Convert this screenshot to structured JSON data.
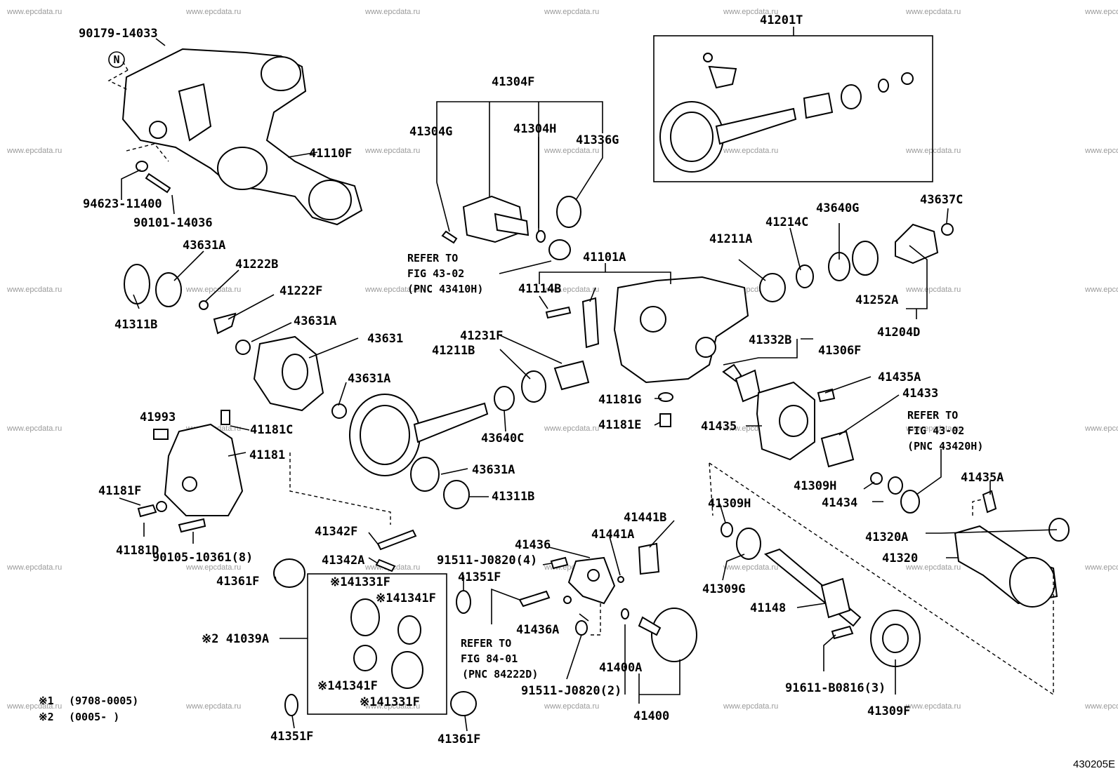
{
  "watermark": "www.epcdata.ru",
  "figure_number": "430205E",
  "footnotes": [
    {
      "mark": "※1",
      "text": "(9708-0005)"
    },
    {
      "mark": "※2",
      "text": "(0005-      )"
    }
  ],
  "circle_mark": "N",
  "parts": {
    "p90179_14033": "90179-14033",
    "p41110F": "41110F",
    "p94623_11400": "94623-11400",
    "p90101_14036": "90101-14036",
    "p41201T": "41201T",
    "p41304F": "41304F",
    "p41304G": "41304G",
    "p41304H": "41304H",
    "p41336G": "41336G",
    "p43637C": "43637C",
    "p43640G": "43640G",
    "p41214C": "41214C",
    "p41211A": "41211A",
    "p41252A": "41252A",
    "p41204D": "41204D",
    "p43631A_1": "43631A",
    "p41222B": "41222B",
    "p41222F": "41222F",
    "p41311B_1": "41311B",
    "p43631A_2": "43631A",
    "p43631": "43631",
    "p43631A_3": "43631A",
    "p41101A": "41101A",
    "p41114B": "41114B",
    "p41231F": "41231F",
    "p41211B": "41211B",
    "p41332B": "41332B",
    "p41306F": "41306F",
    "p41435A_1": "41435A",
    "p41433": "41433",
    "p41181G": "41181G",
    "p41181E": "41181E",
    "p41435": "41435",
    "p41993": "41993",
    "p41181C": "41181C",
    "p41181": "41181",
    "p43640C": "43640C",
    "p43631A_4": "43631A",
    "p41311B_2": "41311B",
    "p41181F": "41181F",
    "p41181D": "41181D",
    "p90105_10361": "90105-10361(8)",
    "p41342F": "41342F",
    "p41342A": "41342A",
    "p41361F_1": "41361F",
    "p41331F_1": "※141331F",
    "p41341F_1": "※141341F",
    "p41039A": "※2 41039A",
    "p41341F_2": "※141341F",
    "p41331F_2": "※141331F",
    "p41351F_1": "41351F",
    "p41361F_2": "41361F",
    "p41436": "41436",
    "p91511_J0820_4": "91511-J0820(4)",
    "p41351F_2": "41351F",
    "p41436A": "41436A",
    "p41441A": "41441A",
    "p41441B": "41441B",
    "p41400A": "41400A",
    "p91511_J0820_2": "91511-J0820(2)",
    "p41400": "41400",
    "p41309H_1": "41309H",
    "p41434": "41434",
    "p41309H_2": "41309H",
    "p41435A_2": "41435A",
    "p41320A": "41320A",
    "p41320": "41320",
    "p41309G": "41309G",
    "p41148": "41148",
    "p91611_B0816": "91611-B0816(3)",
    "p41309F": "41309F"
  },
  "references": {
    "ref_43_02_a": [
      "REFER TO",
      "FIG 43-02",
      "(PNC 43410H)"
    ],
    "ref_43_02_b": [
      "REFER TO",
      "FIG 43-02",
      "(PNC 43420H)"
    ],
    "ref_84_01": [
      "REFER TO",
      "FIG 84-01",
      "(PNC 84222D)"
    ]
  }
}
